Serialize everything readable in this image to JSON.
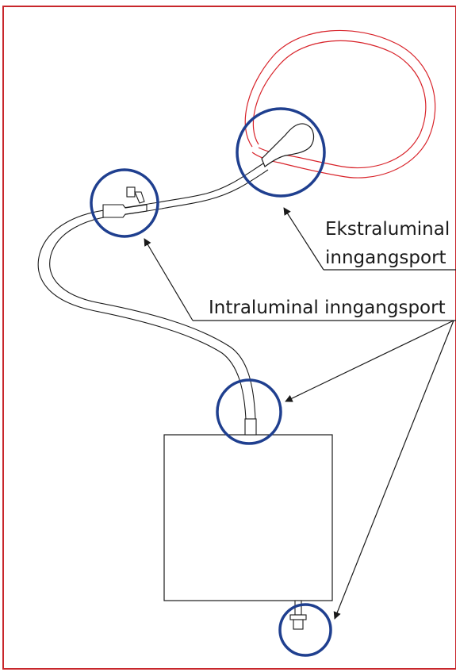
{
  "labels": {
    "extraluminal_line1": "Ekstraluminal",
    "extraluminal_line2": "inngangsport",
    "intraluminal": "Intraluminal inngangsport"
  },
  "colors": {
    "frame": "#c8262b",
    "urethra": "#d8232a",
    "circle": "#1f3f8f",
    "line": "#1a1a1a",
    "background": "#ffffff"
  },
  "icons": {
    "arrow": "arrowhead"
  }
}
